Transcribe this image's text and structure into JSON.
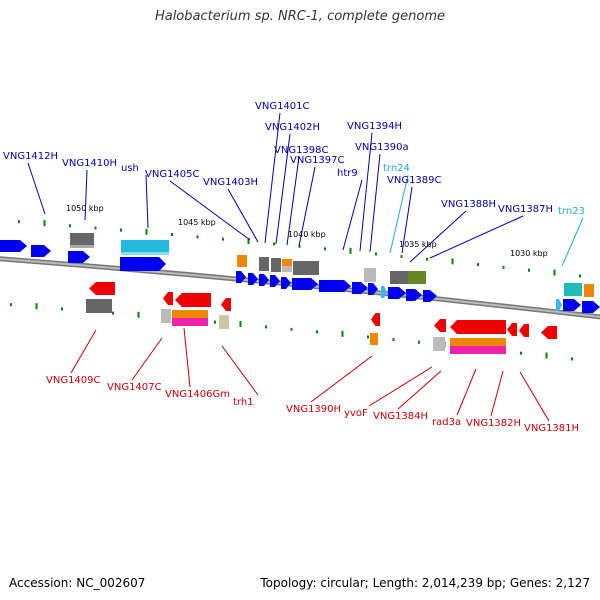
{
  "title": "Halobacterium sp. NRC-1, complete genome",
  "footer": {
    "accession": "Accession: NC_002607",
    "summary": "Topology: circular; Length: 2,014,239 bp; Genes: 2,127"
  },
  "colors": {
    "forward_cds": "#0000ee",
    "reverse_cds": "#ee0000",
    "trna": "#33bbee",
    "label_forward": "#0000aa",
    "label_reverse": "#cc0000",
    "label_trna": "#22aadd",
    "tick": "#008800",
    "backbone": "#888888"
  },
  "scale_labels": [
    "1050 kbp",
    "1045 kbp",
    "1040 kbp",
    "1035 kbp",
    "1030 kbp"
  ],
  "gene_labels_top": [
    {
      "name": "VNG1412H",
      "type": "forward"
    },
    {
      "name": "VNG1410H",
      "type": "forward"
    },
    {
      "name": "ush",
      "type": "forward"
    },
    {
      "name": "VNG1405C",
      "type": "forward"
    },
    {
      "name": "VNG1403H",
      "type": "forward"
    },
    {
      "name": "VNG1401C",
      "type": "forward"
    },
    {
      "name": "VNG1402H",
      "type": "forward"
    },
    {
      "name": "VNG1398C",
      "type": "forward"
    },
    {
      "name": "VNG1397C",
      "type": "forward"
    },
    {
      "name": "htr9",
      "type": "forward"
    },
    {
      "name": "VNG1394H",
      "type": "forward"
    },
    {
      "name": "VNG1390a",
      "type": "forward"
    },
    {
      "name": "trn24",
      "type": "trna"
    },
    {
      "name": "VNG1389C",
      "type": "forward"
    },
    {
      "name": "VNG1388H",
      "type": "forward"
    },
    {
      "name": "VNG1387H",
      "type": "forward"
    },
    {
      "name": "trn23",
      "type": "trna"
    }
  ],
  "gene_labels_bottom": [
    {
      "name": "VNG1409C",
      "type": "reverse"
    },
    {
      "name": "VNG1407C",
      "type": "reverse"
    },
    {
      "name": "VNG1406Gm",
      "type": "reverse"
    },
    {
      "name": "trh1",
      "type": "reverse"
    },
    {
      "name": "VNG1390H",
      "type": "reverse"
    },
    {
      "name": "yvoF",
      "type": "reverse"
    },
    {
      "name": "VNG1384H",
      "type": "reverse"
    },
    {
      "name": "rad3a",
      "type": "reverse"
    },
    {
      "name": "VNG1382H",
      "type": "reverse"
    },
    {
      "name": "VNG1381H",
      "type": "reverse"
    }
  ]
}
